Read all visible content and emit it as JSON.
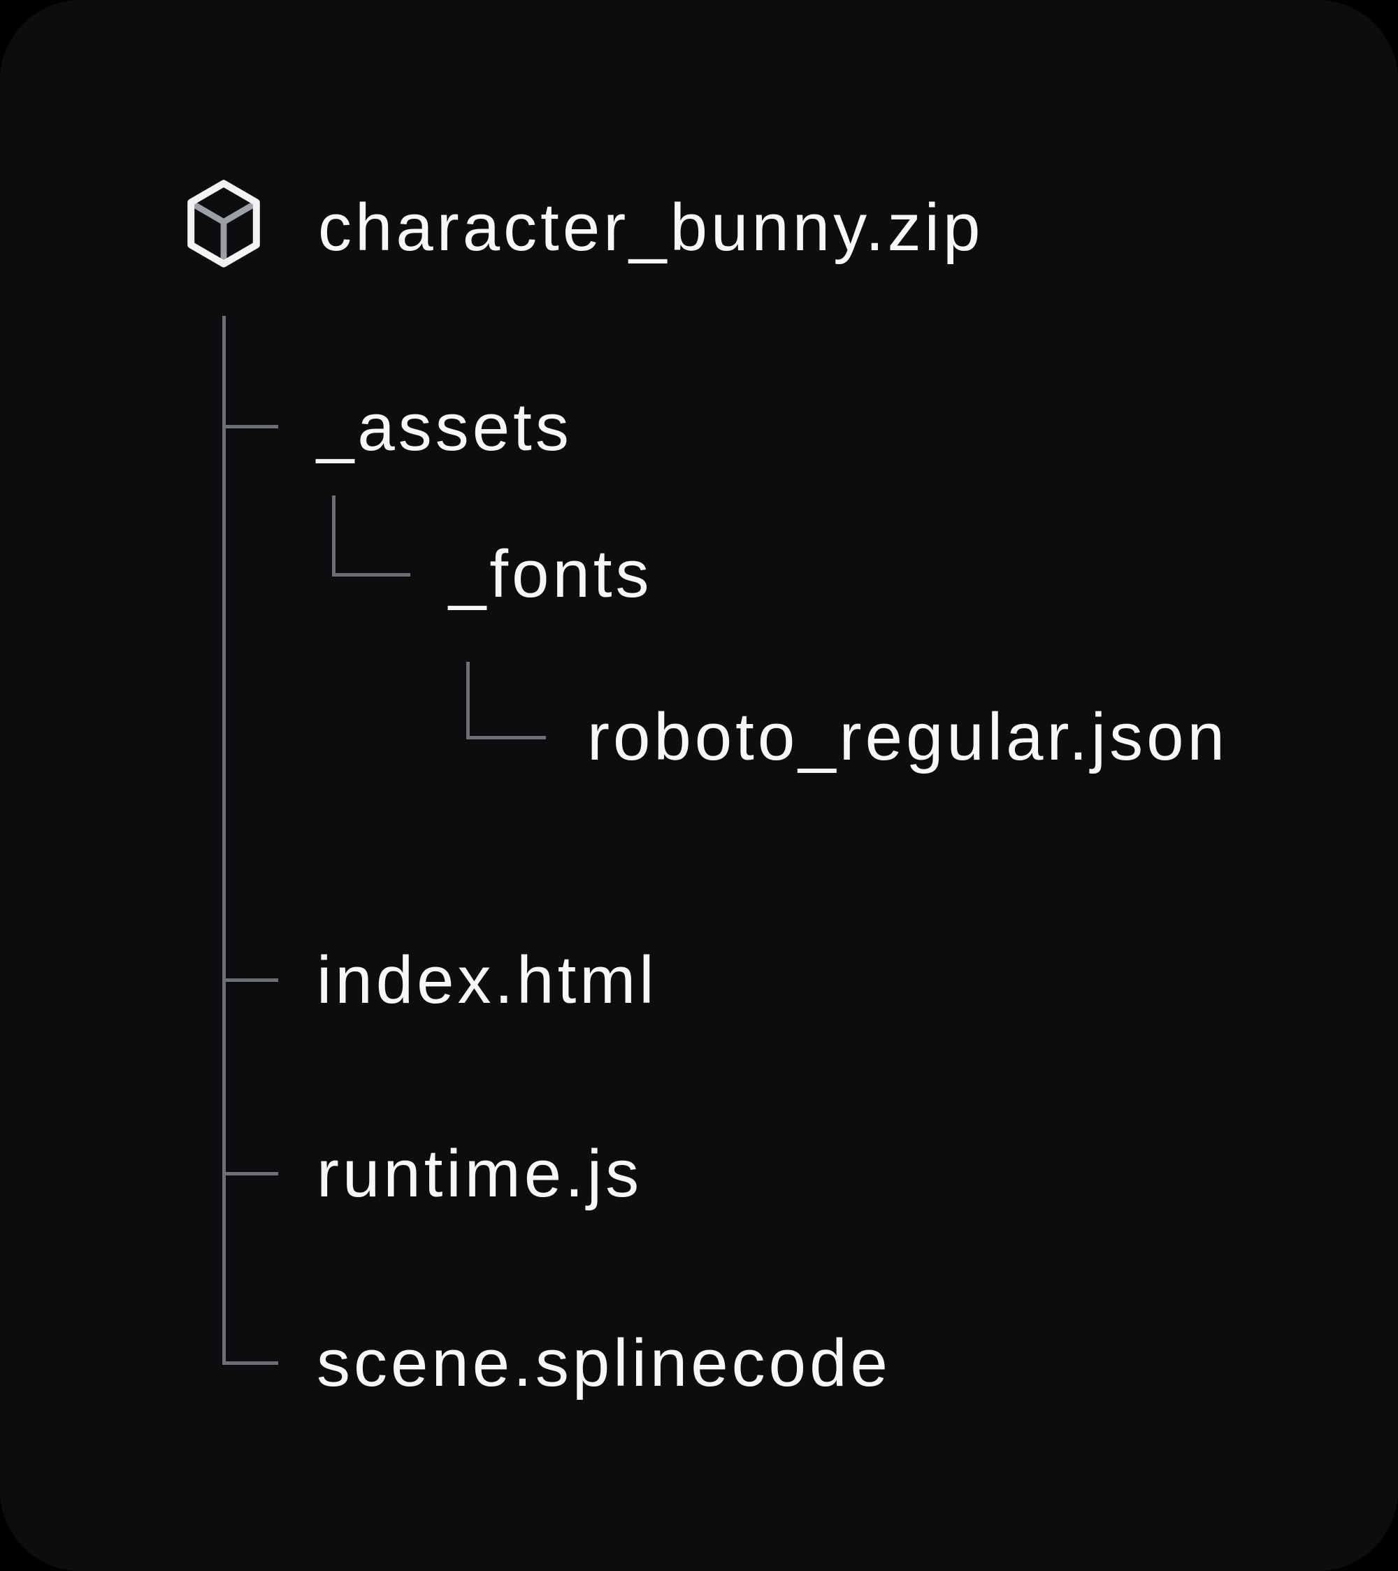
{
  "colors": {
    "page": "#000000",
    "bg": "#0d0d0f",
    "text": "#f7f7f8",
    "line": "#6c6f74",
    "icon-outer": "#f2f2f3",
    "icon-inner": "#9aa0a6"
  },
  "tree": {
    "root": {
      "label": "character_bunny.zip",
      "icon": "cube-3d-package-icon",
      "type": "archive"
    },
    "items": [
      {
        "label": "_assets",
        "depth": 1,
        "type": "folder"
      },
      {
        "label": "_fonts",
        "depth": 2,
        "type": "folder"
      },
      {
        "label": "roboto_regular.json",
        "depth": 3,
        "type": "file"
      },
      {
        "label": "index.html",
        "depth": 1,
        "type": "file"
      },
      {
        "label": "runtime.js",
        "depth": 1,
        "type": "file"
      },
      {
        "label": "scene.splinecode",
        "depth": 1,
        "type": "file"
      }
    ]
  }
}
